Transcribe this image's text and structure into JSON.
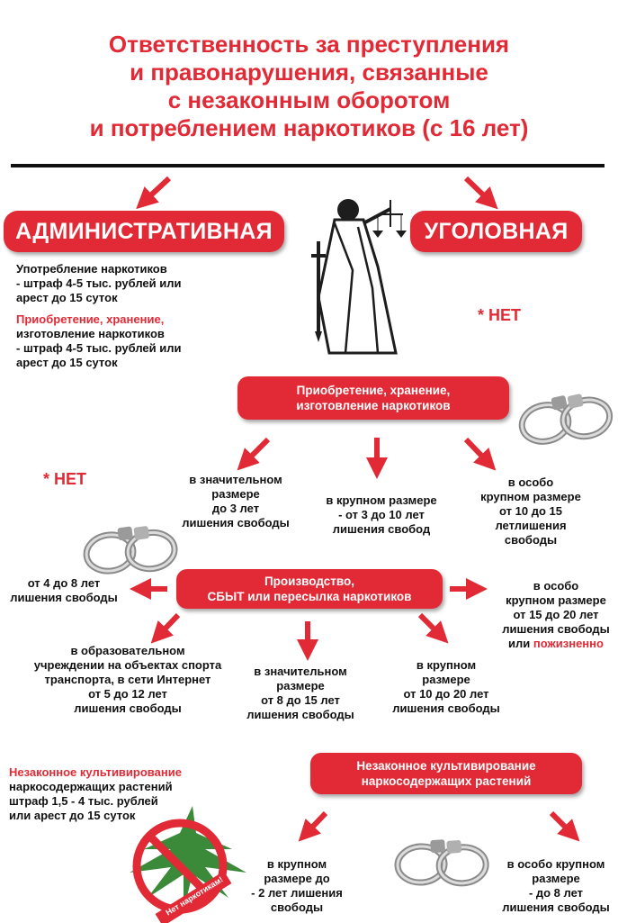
{
  "title": {
    "line1": "Ответственность за преступления",
    "line2": "и правонарушения, связанные",
    "line3": "с незаконным оборотом",
    "line4": "и потреблением наркотиков (с 16 лет)"
  },
  "admin": {
    "header": "АДМИНИСТРАТИВНАЯ",
    "use_l1": "Употребление наркотиков",
    "use_l2": "- штраф 4-5 тыс. рублей или",
    "use_l3": "арест до 15 суток",
    "acq_red": "Приобретение, хранение,",
    "acq_l2": "изготовление наркотиков",
    "acq_l3": "- штраф 4-5 тыс. рублей или",
    "acq_l4": "арест до 15 суток",
    "net": "* НЕТ"
  },
  "criminal": {
    "header": "УГОЛОВНАЯ",
    "net": "* НЕТ"
  },
  "acquisition": {
    "pill_l1": "Приобретение, хранение,",
    "pill_l2": "изготовление наркотиков",
    "significant": [
      "в значительном",
      "размере",
      "до 3 лет",
      "лишения свободы"
    ],
    "large": [
      "в крупном размере",
      "- от 3 до 10 лет",
      "лишения свобод"
    ],
    "especially": [
      "в особо",
      "крупном размере",
      "от 10 до 15",
      "летлишения",
      "свободы"
    ]
  },
  "production": {
    "pill_l1": "Производство,",
    "pill_l2": "СБЫТ или  пересылка наркотиков",
    "left": [
      "от 4 до 8 лет",
      "лишения свободы"
    ],
    "right": [
      "в особо",
      "крупном размере",
      "от 15 до 20 лет",
      "лишения свободы"
    ],
    "right_last_prefix": "или",
    "right_last_red": "пожизненно",
    "education": [
      "в образовательном",
      "учреждении  на объектах спорта",
      "транспорта, в сети Интернет",
      "от 5 до 12 лет",
      "лишения свободы"
    ],
    "significant": [
      "в значительном",
      "размере",
      "от 8 до 15 лет",
      "лишения свободы"
    ],
    "large": [
      "в крупном",
      "размере",
      "от 10 до 20 лет",
      "лишения свободы"
    ]
  },
  "cultivation": {
    "admin_red": "Незаконное культивирование",
    "admin_l2": "наркосодержащих растений",
    "admin_l3": "штраф 1,5 - 4 тыс. рублей",
    "admin_l4": "или арест до 15 суток",
    "pill_l1": "Незаконное культивирование",
    "pill_l2": "наркосодержащих растений",
    "large": [
      "в крупном",
      "размере до",
      "- 2 лет лишения",
      "свободы"
    ],
    "especially": [
      "в особо крупном",
      "размере",
      "- до 8 лет",
      "лишения свободы"
    ]
  },
  "stamp": {
    "text": "Нет наркотикам!"
  },
  "colors": {
    "accent": "#e12a35",
    "text": "#111111"
  }
}
